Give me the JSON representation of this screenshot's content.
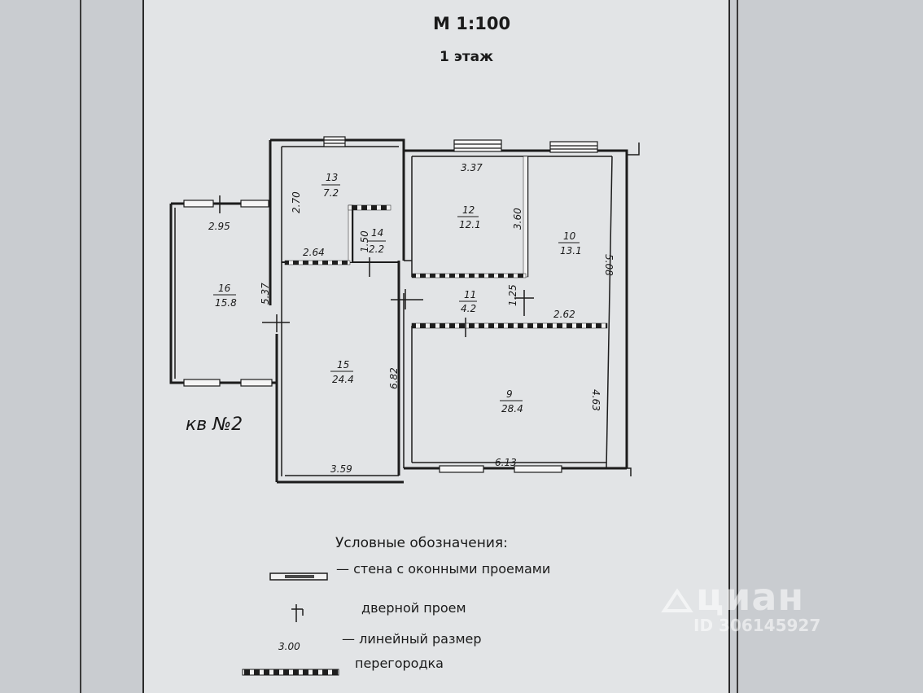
{
  "header": {
    "scale": "М 1:100",
    "floor": "1  этаж"
  },
  "apartment_label": "кв №2",
  "rooms": [
    {
      "number": "13",
      "area": "7.2"
    },
    {
      "number": "14",
      "area": "2.2"
    },
    {
      "number": "12",
      "area": "12.1"
    },
    {
      "number": "10",
      "area": "13.1"
    },
    {
      "number": "16",
      "area": "15.8"
    },
    {
      "number": "11",
      "area": "4.2"
    },
    {
      "number": "15",
      "area": "24.4"
    },
    {
      "number": "9",
      "area": "28.4"
    }
  ],
  "dimensions": {
    "d_337": "3.37",
    "d_270": "2.70",
    "d_295": "2.95",
    "d_150": "1.50",
    "d_360": "3.60",
    "d_508": "5.08",
    "d_264": "2.64",
    "d_537": "5.37",
    "d_125": "1.25",
    "d_262": "2.62",
    "d_682": "6.82",
    "d_463": "4.63",
    "d_359": "3.59",
    "d_613": "6.13"
  },
  "legend": {
    "title": "Условные обозначения:",
    "items": [
      {
        "symbol": "wall-window-symbol",
        "text": "— стена с оконными проемами"
      },
      {
        "symbol": "door-symbol",
        "text": "дверной проем"
      },
      {
        "symbol": "dimension-symbol",
        "sample": "3.00",
        "text": "— линейный размер"
      },
      {
        "symbol": "partition-symbol",
        "text": "перегородка"
      }
    ]
  },
  "watermark": {
    "brand": "циан",
    "id": "ID 306145927"
  }
}
